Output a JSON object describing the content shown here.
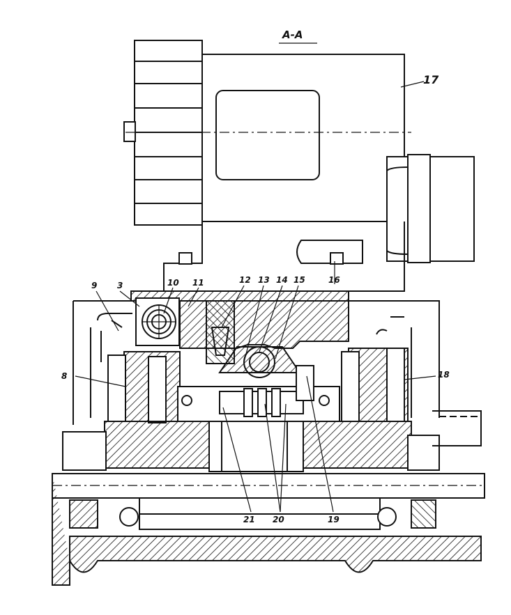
{
  "section_label": "A-A",
  "callouts": {
    "c3": "3",
    "c8": "8",
    "c9": "9",
    "c10": "10",
    "c11": "11",
    "c12": "12",
    "c13": "13",
    "c14": "14",
    "c15": "15",
    "c16": "16",
    "c17": "17",
    "c18": "18",
    "c19": "19",
    "c20": "20",
    "c21": "21"
  }
}
